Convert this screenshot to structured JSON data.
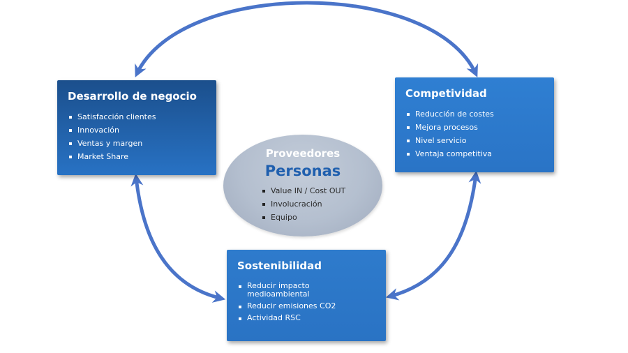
{
  "colors": {
    "arrow": "#4a74c9",
    "accent_text": "#1f5fae",
    "box_dark": "#1b4f8c",
    "box_light": "#2f7fd2",
    "oval": "#b4bfcf"
  },
  "desarrollo": {
    "title": "Desarrollo de negocio",
    "items": [
      "Satisfacción clientes",
      "Innovación",
      "Ventas y margen",
      "Market Share"
    ]
  },
  "competitividad": {
    "title": "Competividad",
    "items": [
      "Reducción de costes",
      "Mejora procesos",
      "Nivel servicio",
      "Ventaja competitiva"
    ]
  },
  "sostenibilidad": {
    "title": "Sostenibilidad",
    "items": [
      "Reducir impacto medioambiental",
      "Reducir emisiones CO2",
      "Actividad RSC"
    ]
  },
  "center": {
    "subtitle": "Proveedores",
    "title": "Personas",
    "items": [
      "Value IN / Cost OUT",
      "Involucración",
      "Equipo"
    ]
  }
}
